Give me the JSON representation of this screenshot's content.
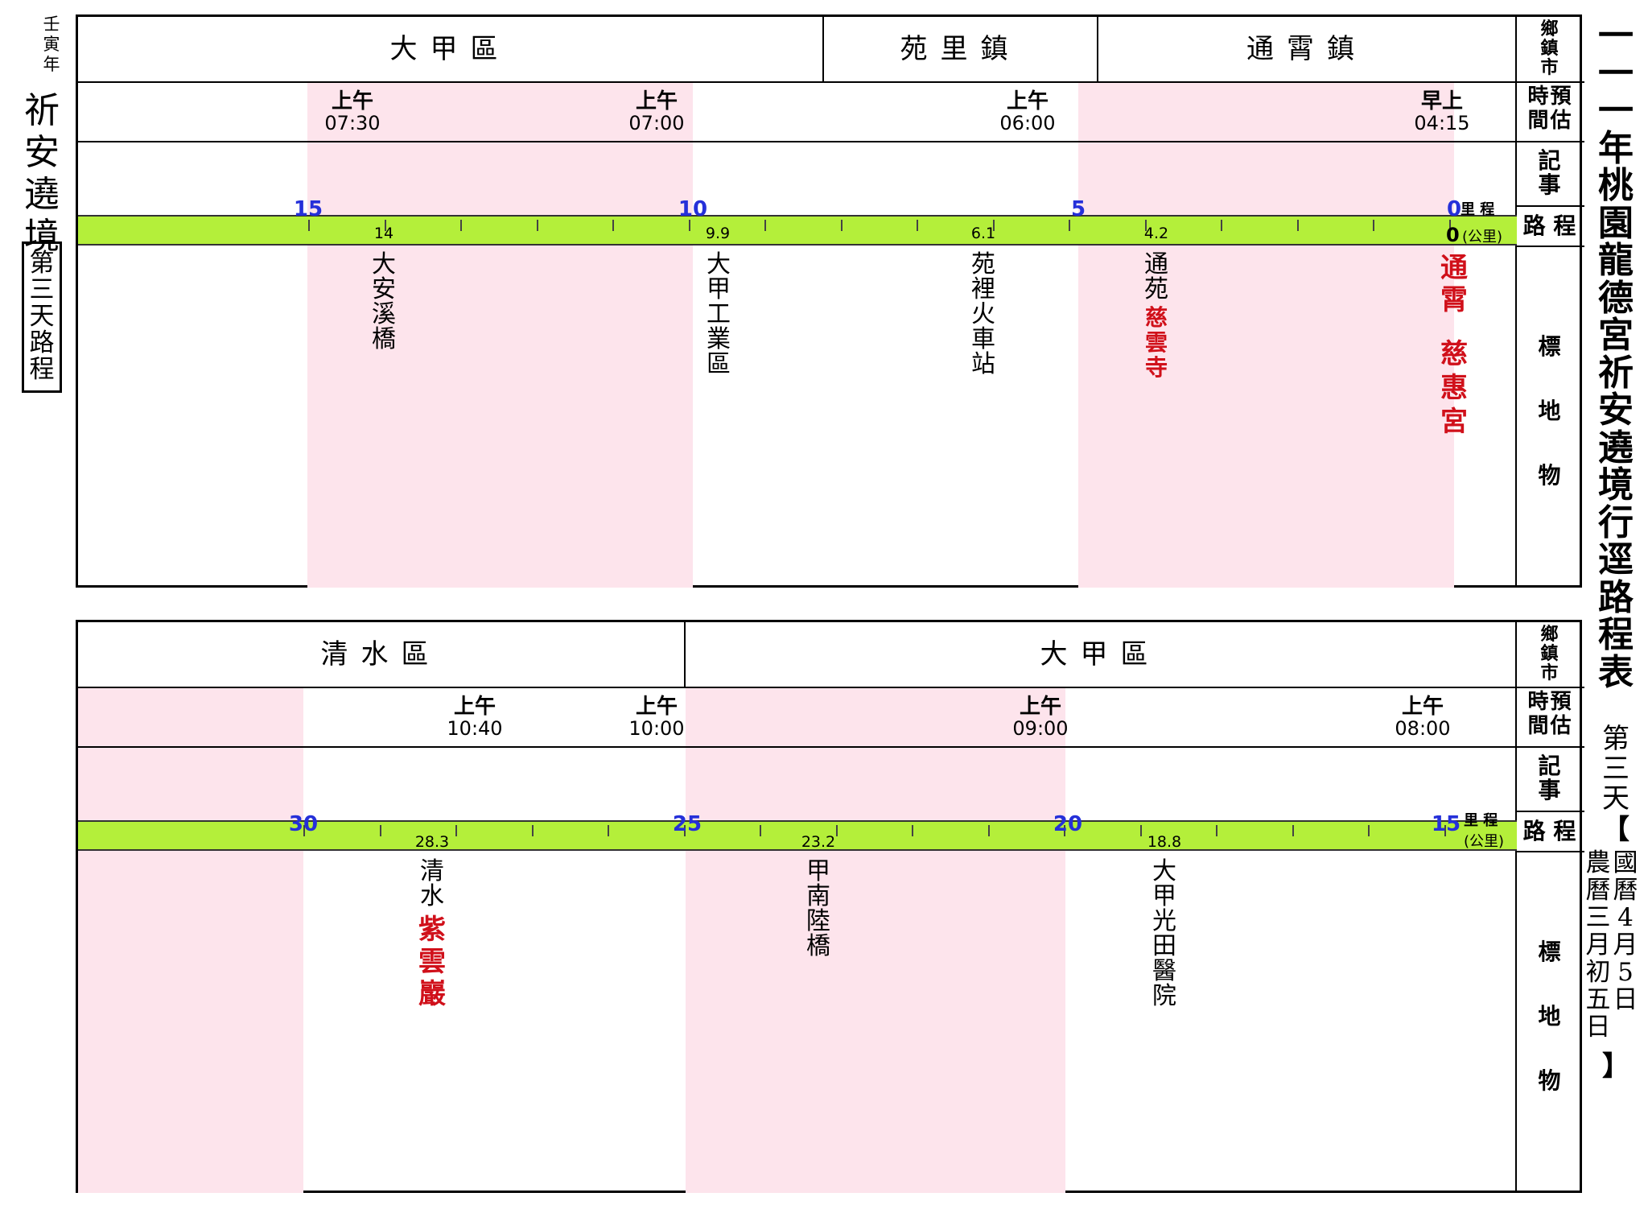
{
  "left": {
    "year": [
      "壬",
      "寅",
      "年"
    ],
    "title": [
      "祈",
      "安",
      "遶",
      "境"
    ],
    "day_box": [
      "第",
      "三",
      "天",
      "路",
      "程"
    ]
  },
  "right": {
    "title": [
      "一",
      "一",
      "一",
      "年",
      "桃",
      "園",
      "龍",
      "德",
      "宮",
      "祈",
      "安",
      "遶",
      "境",
      "行",
      "逕",
      "路",
      "程",
      "表"
    ],
    "day": [
      "第",
      "三",
      "天"
    ],
    "bracket_open": "【",
    "bracket_close": "】",
    "gregorian": [
      "國",
      "曆",
      "4",
      "月",
      "5",
      "日"
    ],
    "lunar": [
      "農",
      "曆",
      "三",
      "月",
      "初",
      "五",
      "日"
    ]
  },
  "headers": {
    "township": [
      "鄉",
      "鎮",
      "市"
    ],
    "time_est_col1": [
      "時",
      "間"
    ],
    "time_est_col2": [
      "預",
      "估"
    ],
    "notes": [
      "記",
      "事"
    ],
    "route": "路 程",
    "landmark": [
      "標",
      "地",
      "物"
    ],
    "mileage": "里 程",
    "unit": "(公里)"
  },
  "top_panel": {
    "districts": [
      "大甲區",
      "苑里鎮",
      "通霄鎮"
    ],
    "times": [
      {
        "label": "上午",
        "time": "07:30"
      },
      {
        "label": "上午",
        "time": "07:00"
      },
      {
        "label": "上午",
        "time": "06:00"
      },
      {
        "label": "早上",
        "time": "04:15"
      }
    ],
    "major_km": [
      "15",
      "10",
      "5",
      "0"
    ],
    "zero_label": "0",
    "stops_km": [
      "14",
      "9.9",
      "6.1",
      "4.2"
    ],
    "landmarks": [
      "大安溪橋",
      "大甲工業區",
      "苑裡火車站",
      "通苑",
      "慈雲寺",
      "通霄",
      "慈惠宮"
    ]
  },
  "bottom_panel": {
    "districts": [
      "清水區",
      "大甲區"
    ],
    "times": [
      {
        "label": "上午",
        "time": "10:40"
      },
      {
        "label": "上午",
        "time": "10:00"
      },
      {
        "label": "上午",
        "time": "09:00"
      },
      {
        "label": "上午",
        "time": "08:00"
      }
    ],
    "major_km": [
      "30",
      "25",
      "20",
      "15"
    ],
    "stops_km": [
      "28.3",
      "23.2",
      "18.8"
    ],
    "landmarks": [
      "清水",
      "紫雲巖",
      "甲南陸橋",
      "大甲光田醫院"
    ]
  },
  "colors": {
    "route_bar": "#b4ef3a",
    "shade": "#fde4ec",
    "km_blue": "#2530d9",
    "temple_red": "#d0101a"
  }
}
